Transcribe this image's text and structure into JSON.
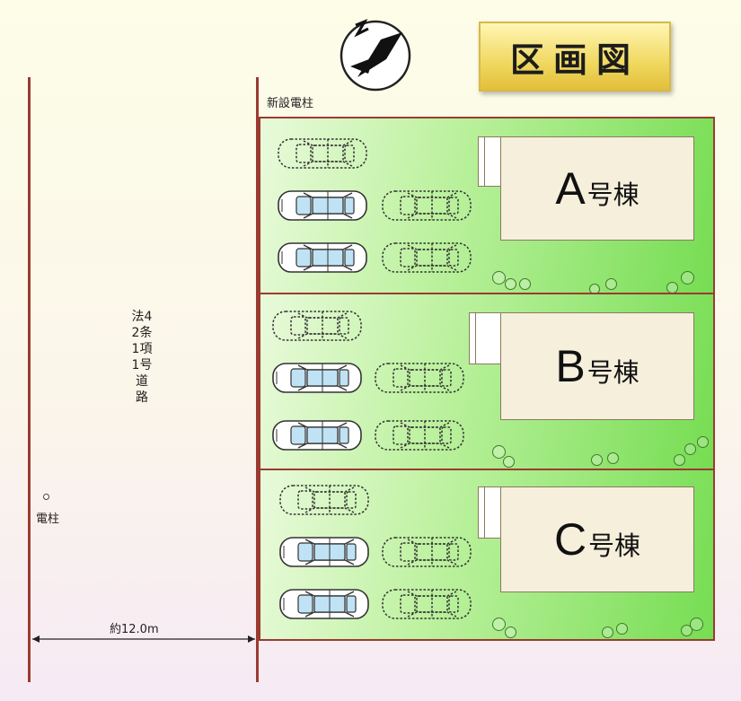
{
  "title": "区画図",
  "pole_new_label": "新設電柱",
  "pole_label": "電柱",
  "road_label": "法42条1項1号道路",
  "width_label": "約12.0m",
  "lots": [
    {
      "letter": "A",
      "suffix": "号棟"
    },
    {
      "letter": "B",
      "suffix": "号棟"
    },
    {
      "letter": "C",
      "suffix": "号棟"
    }
  ],
  "icons": {
    "compass": "compass-north-icon",
    "car": "car-icon",
    "tree": "tree-icon",
    "pole": "utility-pole-icon"
  },
  "colors": {
    "boundary": "#9b3b30",
    "lawn_light": "#e9fadb",
    "lawn_dark": "#76dd52",
    "house": "#f5efdc",
    "title_gold": "#f0d860",
    "car_window": "#bfe3f5"
  }
}
